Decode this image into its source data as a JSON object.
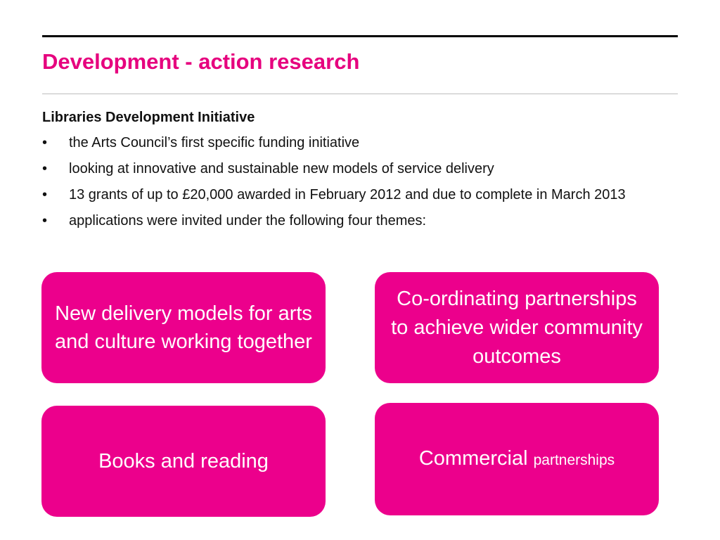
{
  "slide": {
    "title": "Development - action research",
    "subheading": "Libraries Development Initiative",
    "bullet_symbol": "•",
    "bullets": [
      "the Arts Council’s first specific funding initiative",
      "looking at innovative and sustainable new models of service delivery",
      "13 grants of up to £20,000 awarded in February 2012 and due to complete in March 2013",
      "applications were invited under the following four themes:"
    ],
    "themes": [
      {
        "text": "New delivery models for arts and culture working together"
      },
      {
        "text": "Co-ordinating partnerships to achieve wider community outcomes"
      },
      {
        "text": "Books and reading"
      },
      {
        "text_large": "Commercial",
        "text_small": "partnerships"
      }
    ]
  },
  "colors": {
    "accent": "#e6007e",
    "box_fill": "#ec008c",
    "box_text": "#ffffff",
    "rule": "#000000"
  }
}
